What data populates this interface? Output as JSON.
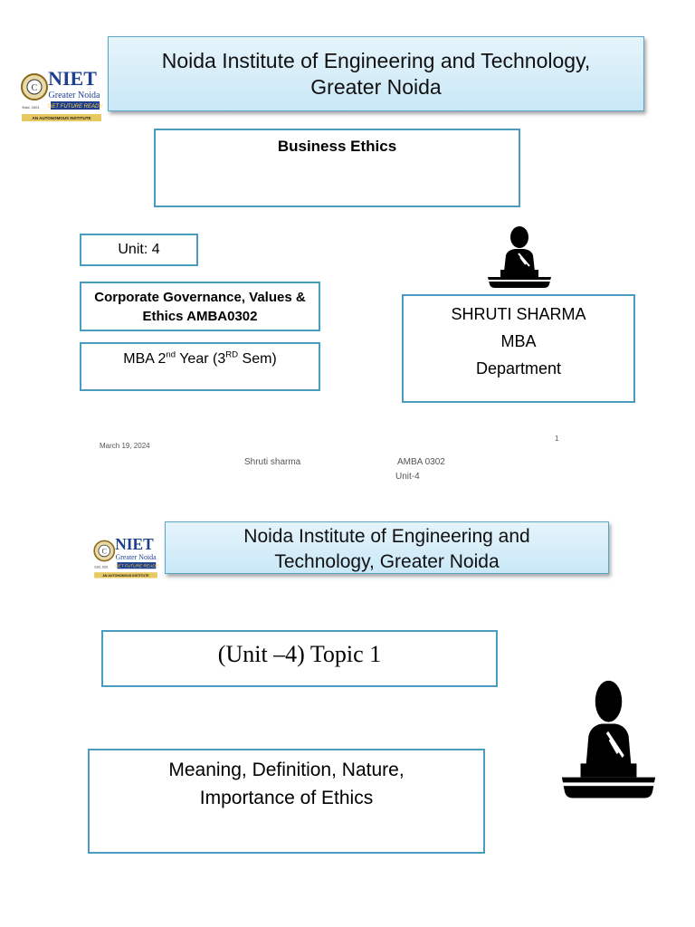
{
  "slide1": {
    "logo": {
      "text": "NIET",
      "sub": "Greater Noida",
      "tag": "GET FUTURE READY",
      "estd": "Estd. 2001",
      "autonomous": "AN AUTONOMOUS INSTITUTE"
    },
    "institute_title": "Noida Institute of Engineering and Technology, Greater Noida",
    "course_title": "Business Ethics",
    "unit": "Unit: 4",
    "subject": "Corporate Governance, Values & Ethics AMBA0302",
    "program": {
      "pre": "MBA 2",
      "sup1": "nd",
      "mid": " Year (3",
      "sup2": "RD",
      "post": " Sem)"
    },
    "faculty": {
      "name": "SHRUTI SHARMA",
      "degree": "MBA",
      "dept": "Department"
    },
    "footer": {
      "date": "March 19, 2024",
      "author": "Shruti sharma",
      "code": "AMBA 0302",
      "unit": "Unit-4",
      "page": "1"
    }
  },
  "slide2": {
    "logo": {
      "text": "NIET",
      "sub": "Greater Noida",
      "tag": "GET FUTURE READY",
      "estd": "Estd. 2001",
      "autonomous": "AN AUTONOMOUS INSTITUTE"
    },
    "institute_title": "Noida Institute of Engineering and Technology, Greater Noida",
    "topic": "(Unit –4) Topic 1",
    "topic_desc": "Meaning, Definition, Nature, Importance of Ethics"
  },
  "icons": {
    "speaker": "speaker-at-podium-icon"
  },
  "colors": {
    "border": "#4a9bc0",
    "banner_top": "#e6f4fb",
    "banner_bottom": "#c9e8f7",
    "logo_blue": "#1d3f8f"
  }
}
